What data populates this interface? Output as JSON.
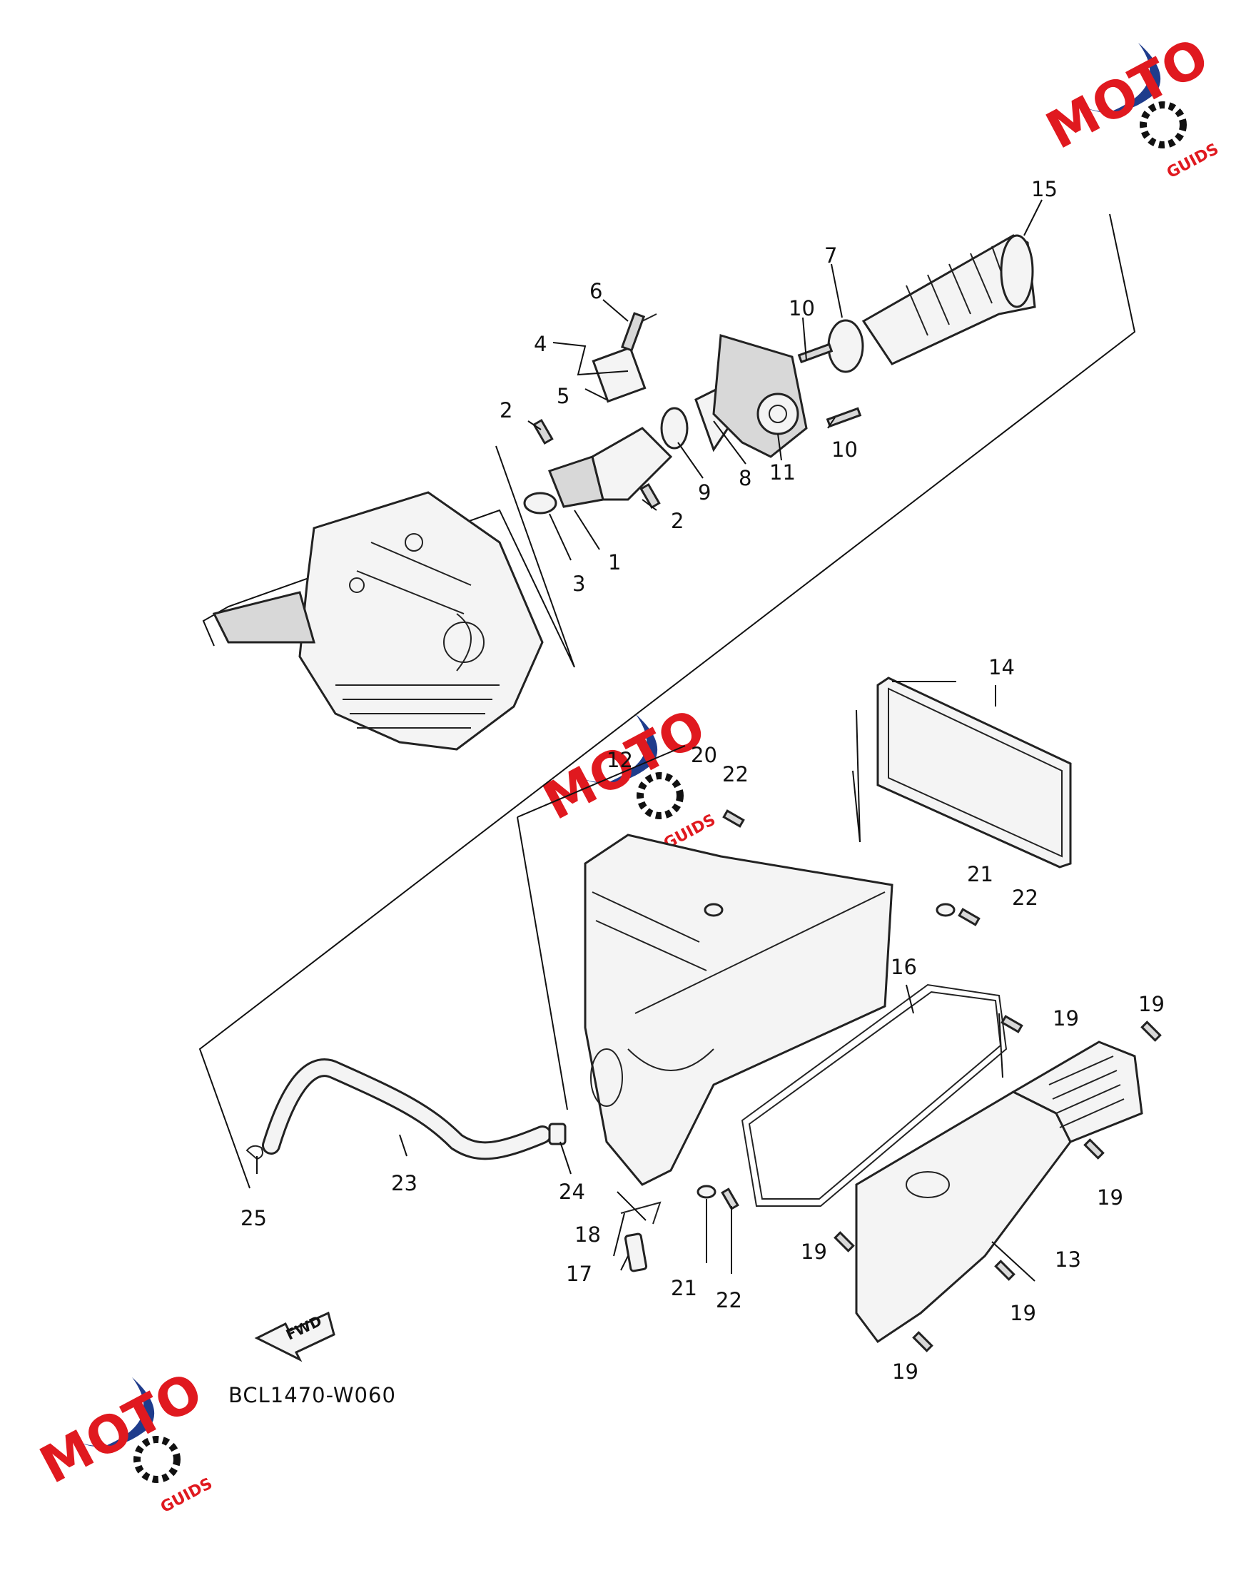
{
  "diagram": {
    "code": "BCL1470-W060",
    "fwd": "FWD",
    "labels": [
      {
        "id": "p1",
        "text": "1"
      },
      {
        "id": "p2a",
        "text": "2"
      },
      {
        "id": "p2b",
        "text": "2"
      },
      {
        "id": "p3",
        "text": "3"
      },
      {
        "id": "p4",
        "text": "4"
      },
      {
        "id": "p5",
        "text": "5"
      },
      {
        "id": "p6",
        "text": "6"
      },
      {
        "id": "p7",
        "text": "7"
      },
      {
        "id": "p8",
        "text": "8"
      },
      {
        "id": "p9",
        "text": "9"
      },
      {
        "id": "p10a",
        "text": "10"
      },
      {
        "id": "p10b",
        "text": "10"
      },
      {
        "id": "p11",
        "text": "11"
      },
      {
        "id": "p12",
        "text": "12"
      },
      {
        "id": "p13",
        "text": "13"
      },
      {
        "id": "p14",
        "text": "14"
      },
      {
        "id": "p15",
        "text": "15"
      },
      {
        "id": "p16",
        "text": "16"
      },
      {
        "id": "p17",
        "text": "17"
      },
      {
        "id": "p18",
        "text": "18"
      },
      {
        "id": "p19a",
        "text": "19"
      },
      {
        "id": "p19b",
        "text": "19"
      },
      {
        "id": "p19c",
        "text": "19"
      },
      {
        "id": "p19d",
        "text": "19"
      },
      {
        "id": "p19e",
        "text": "19"
      },
      {
        "id": "p19f",
        "text": "19"
      },
      {
        "id": "p20",
        "text": "20"
      },
      {
        "id": "p21a",
        "text": "21"
      },
      {
        "id": "p21b",
        "text": "21"
      },
      {
        "id": "p22a",
        "text": "22"
      },
      {
        "id": "p22b",
        "text": "22"
      },
      {
        "id": "p22c",
        "text": "22"
      },
      {
        "id": "p23",
        "text": "23"
      },
      {
        "id": "p24",
        "text": "24"
      },
      {
        "id": "p25",
        "text": "25"
      }
    ]
  },
  "watermark": {
    "brand": "MOTO",
    "suffix": "GUIDS",
    "colors": {
      "blue": "#1f3c8c",
      "red": "#e0191f",
      "black": "#111111"
    }
  }
}
